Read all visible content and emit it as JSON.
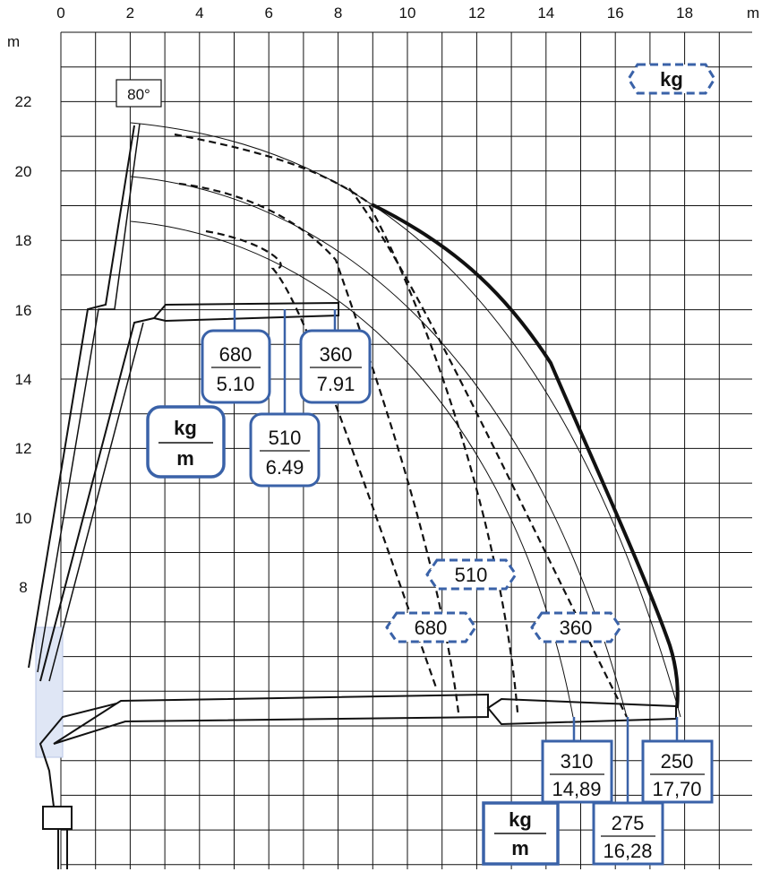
{
  "diagram": {
    "axes": {
      "x_unit": "m",
      "y_unit": "m",
      "x_ticks": [
        "0",
        "2",
        "4",
        "6",
        "8",
        "10",
        "12",
        "14",
        "16",
        "18"
      ],
      "y_ticks": [
        "22",
        "20",
        "18",
        "16",
        "14",
        "12",
        "10",
        "8"
      ]
    },
    "angle_label": "80°",
    "legend_kg": "kg",
    "boom_labels": {
      "upper": [
        {
          "kg": "680",
          "m": "5.10"
        },
        {
          "kg": "510",
          "m": "6.49"
        },
        {
          "kg": "360",
          "m": "7.91"
        }
      ],
      "upper_legend": {
        "top": "kg",
        "bottom": "m"
      },
      "lower": [
        {
          "kg": "310",
          "m": "14,89"
        },
        {
          "kg": "275",
          "m": "16,28"
        },
        {
          "kg": "250",
          "m": "17,70"
        }
      ],
      "lower_legend": {
        "top": "kg",
        "bottom": "m"
      }
    },
    "curve_labels": [
      "510",
      "680",
      "360"
    ],
    "colors": {
      "accent": "#3a62a8",
      "line": "#111111"
    }
  }
}
